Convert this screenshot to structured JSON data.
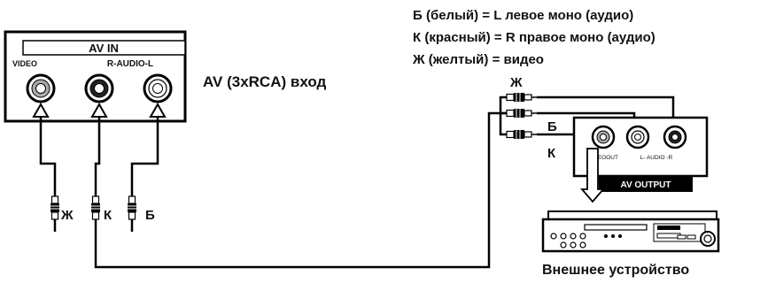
{
  "panel": {
    "title": "AV IN",
    "video_label": "VIDEO",
    "audio_label": "R-AUDIO-L"
  },
  "caption": "AV (3xRCA) вход",
  "legend": [
    "Б (белый) = L левое моно (аудио)",
    "К (красный) = R правое моно (аудио)",
    "Ж (желтый) = видео"
  ],
  "plugs_left": [
    "Ж",
    "К",
    "Б"
  ],
  "plugs_right": [
    "Ж",
    "Б",
    "К"
  ],
  "device": {
    "videoout_label": "VIDEOOUT",
    "audio_label": "L- AUDIO -R",
    "output_label": "AV OUTPUT",
    "name": "Внешнее устройство"
  }
}
